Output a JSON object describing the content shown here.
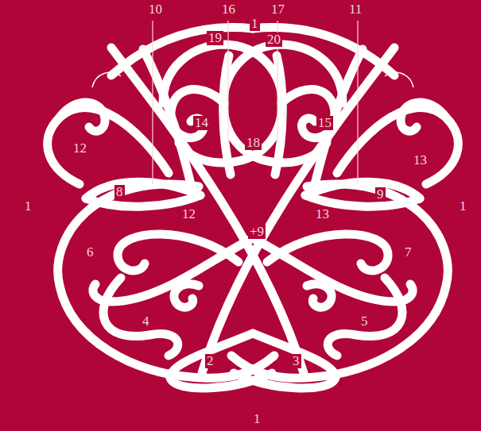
{
  "diagram": {
    "labels": [
      "10",
      "16",
      "17",
      "11",
      "1",
      "19",
      "20",
      "14",
      "15",
      "12",
      "18",
      "13",
      "8",
      "12",
      "13",
      "9",
      "1",
      "1",
      "+9",
      "6",
      "7",
      "4",
      "5",
      "3",
      "2",
      "1"
    ]
  }
}
